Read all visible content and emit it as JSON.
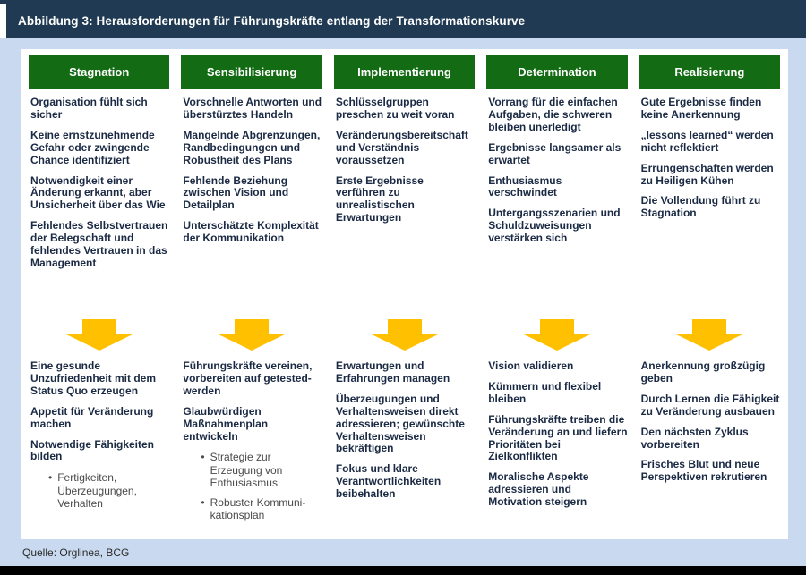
{
  "title": "Abbildung 3: Herausforderungen für Führungskräfte entlang der Transformationskurve",
  "source": "Quelle: Orglinea, BCG",
  "colors": {
    "title_bar": "#1F3A52",
    "column_header_green": "#136B13",
    "arrow_yellow": "#FFC000",
    "page_background": "#C9D9EF",
    "body_text": "#1B2A44",
    "bottom_bar": "#000000"
  },
  "columns": [
    {
      "header": "Stagnation",
      "challenges": [
        {
          "text": "Organisation fühlt sich sicher",
          "bullet": false
        },
        {
          "text": "Keine ernstzunehmende Gefahr oder zwingende Chance identifiziert",
          "bullet": false
        },
        {
          "text": "Notwendigkeit einer Änderung erkannt, aber Unsicherheit über das Wie",
          "bullet": false
        },
        {
          "text": "Fehlendes Selbstvertrauen der Belegschaft und fehlendes Vertrauen in das Management",
          "bullet": false
        }
      ],
      "actions": [
        {
          "text": "Eine gesunde Unzufriedenheit mit dem Status Quo erzeugen",
          "bullet": false
        },
        {
          "text": "Appetit für Veränderung machen",
          "bullet": false
        },
        {
          "text": "Notwendige Fähigkeiten bilden",
          "bullet": false
        },
        {
          "text": "Fertigkeiten, Überzeugungen, Verhalten",
          "bullet": true
        }
      ]
    },
    {
      "header": "Sensibilisierung",
      "challenges": [
        {
          "text": "Vorschnelle Antworten und überstürztes Handeln",
          "bullet": false
        },
        {
          "text": "Mangelnde Abgren­zungen, Randbedingungen und Robustheit des Plans",
          "bullet": false
        },
        {
          "text": "Fehlende Beziehung zwischen Vision und Detailplan",
          "bullet": false
        },
        {
          "text": "Unterschätzte Komplexität der Kommunikation",
          "bullet": false
        }
      ],
      "actions": [
        {
          "text": "Führungskräfte vereinen, vorbereiten auf getested-werden",
          "bullet": false
        },
        {
          "text": "Glaubwürdigen Maßnahmenplan entwickeln",
          "bullet": false
        },
        {
          "text": "Strategie zur Erzeugung von Enthusiasmus",
          "bullet": true
        },
        {
          "text": "Robuster Kommuni-kationsplan",
          "bullet": true
        }
      ]
    },
    {
      "header": "Implementierung",
      "challenges": [
        {
          "text": "Schlüsselgruppen preschen zu weit voran",
          "bullet": false
        },
        {
          "text": "Veränderungsbereitschaft und Verständnis voraussetzen",
          "bullet": false
        },
        {
          "text": "Erste Ergebnisse verführen zu unrealistischen Erwartungen",
          "bullet": false
        }
      ],
      "actions": [
        {
          "text": "Erwartungen und Erfahrungen managen",
          "bullet": false
        },
        {
          "text": "Überzeugungen und Verhaltensweisen direkt adressieren; gewünschte Verhaltensweisen bekräftigen",
          "bullet": false
        },
        {
          "text": "Fokus und klare Verantwortlichkeiten beibehalten",
          "bullet": false
        }
      ]
    },
    {
      "header": "Determination",
      "challenges": [
        {
          "text": "Vorrang für die einfachen Aufgaben, die schweren bleiben unerledigt",
          "bullet": false
        },
        {
          "text": "Ergebnisse langsamer als erwartet",
          "bullet": false
        },
        {
          "text": "Enthusiasmus verschwindet",
          "bullet": false
        },
        {
          "text": "Untergangsszenarien und Schuldzuweisungen verstärken sich",
          "bullet": false
        }
      ],
      "actions": [
        {
          "text": "Vision validieren",
          "bullet": false
        },
        {
          "text": "Kümmern und flexibel bleiben",
          "bullet": false
        },
        {
          "text": "Führungskräfte treiben die Veränderung an und liefern Prioritäten bei Zielkonflikten",
          "bullet": false
        },
        {
          "text": "Moralische Aspekte adressieren und Motivation steigern",
          "bullet": false
        }
      ]
    },
    {
      "header": "Realisierung",
      "challenges": [
        {
          "text": "Gute Ergebnisse finden keine Anerkennung",
          "bullet": false
        },
        {
          "text": "„lessons learned“ werden nicht reflektiert",
          "bullet": false
        },
        {
          "text": "Errungenschaften werden zu Heiligen Kühen",
          "bullet": false
        },
        {
          "text": "Die Vollendung führt zu Stagnation",
          "bullet": false
        }
      ],
      "actions": [
        {
          "text": "Anerkennung großzügig geben",
          "bullet": false
        },
        {
          "text": "Durch Lernen die Fähigkeit zu Veränderung ausbauen",
          "bullet": false
        },
        {
          "text": "Den nächsten Zyklus vorbereiten",
          "bullet": false
        },
        {
          "text": "Frisches Blut und neue Perspektiven rekrutieren",
          "bullet": false
        }
      ]
    }
  ]
}
